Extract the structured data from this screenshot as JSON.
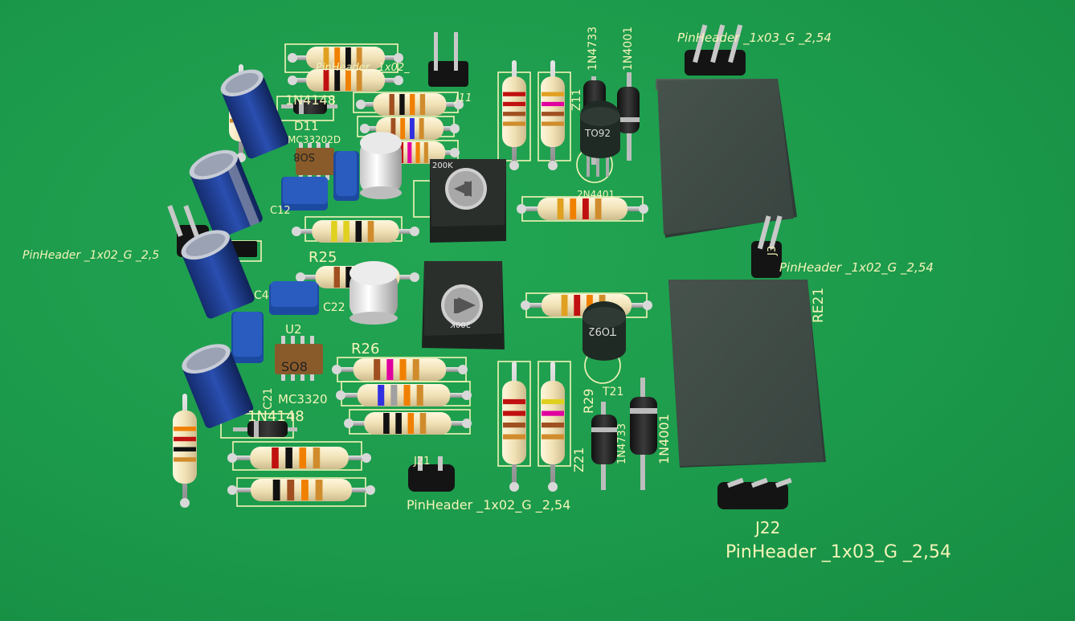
{
  "labels": {
    "pinheader_1x02_j11": "PinHeader _1x02_",
    "j11": "J11",
    "pinheader_1x03_top": "PinHeader _1x03_G _2,54",
    "in4733_top": "1N4733",
    "in4001_top": "1N4001",
    "z11": "Z11",
    "to92_top": "TO92",
    "n2n_top": "2N4401",
    "pot_top": "200K",
    "in4148_top": "1N4148",
    "d11": "D11",
    "mc33202d_top": "MC33202D",
    "so8_top": "SO8",
    "c12": "C12",
    "r25": "R25",
    "pinheader_1x02_left": "PinHeader _1x02_G _2,5",
    "pinheader_1x02_j3": "PinHeader _1x02_G _2,54",
    "j3": "J3",
    "re21": "RE21",
    "c4": "C4",
    "c22": "C22",
    "u2": "U2",
    "r26": "R26",
    "pot_bottom": "200K",
    "to92_bottom": "TO92",
    "so8_bottom": "SO8",
    "c21": "C21",
    "mc3320_bottom": "MC3320",
    "in4148_bottom": "1N4148",
    "r29": "R29",
    "t21": "T21",
    "in4733_bottom": "1N4733",
    "in4001_bottom": "1N4001",
    "z21": "Z21",
    "j21": "J21",
    "pinheader_1x02_bottom": "PinHeader _1x02_G _2,54",
    "j22": "J22",
    "pinheader_1x03_bottom": "PinHeader _1x03_G _2,54"
  },
  "colors": {
    "pcb": "#1c9a4b",
    "silkscreen": "#f4f4b8",
    "relay": "#3f4a44",
    "capacitor": "#1f3c8c",
    "trimpot": "#2b2e2c"
  }
}
